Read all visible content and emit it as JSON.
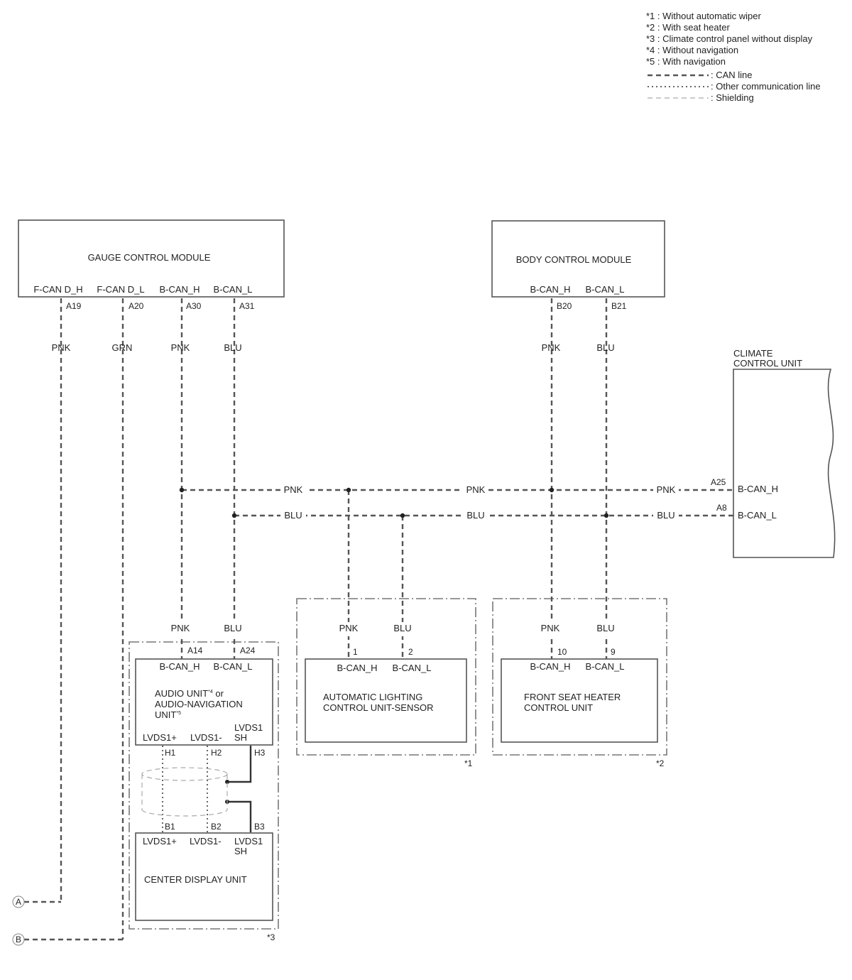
{
  "legend": {
    "notes": [
      "*1 : Without automatic wiper",
      "*2 : With seat heater",
      "*3 : Climate control panel without display",
      "*4 : Without navigation",
      "*5 : With navigation"
    ],
    "line_types": [
      ": CAN line",
      ": Other communication line",
      ": Shielding"
    ]
  },
  "gauge": {
    "title": "GAUGE CONTROL MODULE",
    "pins": [
      "F-CAN D_H",
      "F-CAN D_L",
      "B-CAN_H",
      "B-CAN_L"
    ],
    "terminals": [
      "A19",
      "A20",
      "A30",
      "A31"
    ],
    "wires": [
      "PNK",
      "GRN",
      "PNK",
      "BLU"
    ]
  },
  "body": {
    "title": "BODY CONTROL MODULE",
    "pins": [
      "B-CAN_H",
      "B-CAN_L"
    ],
    "terminals": [
      "B20",
      "B21"
    ],
    "wires": [
      "PNK",
      "BLU"
    ]
  },
  "climate": {
    "title_line1": "CLIMATE",
    "title_line2": "CONTROL UNIT",
    "pins": [
      "B-CAN_H",
      "B-CAN_L"
    ],
    "terminals": [
      "A25",
      "A8"
    ]
  },
  "bus": {
    "h_labels": [
      "PNK",
      "PNK",
      "PNK"
    ],
    "l_labels": [
      "BLU",
      "BLU",
      "BLU"
    ]
  },
  "audio": {
    "wires": [
      "PNK",
      "BLU"
    ],
    "terminals": [
      "A14",
      "A24"
    ],
    "pins": [
      "B-CAN_H",
      "B-CAN_L"
    ],
    "name_line1": "AUDIO UNIT",
    "sup1": "*4",
    "name_or": " or",
    "name_line2": "AUDIO-NAVIGATION",
    "name_line3": "UNIT",
    "sup2": "*5",
    "lvds_pins": [
      "LVDS1+",
      "LVDS1-",
      "LVDS1",
      "SH"
    ],
    "lvds_terminals": [
      "H1",
      "H2",
      "H3"
    ]
  },
  "display": {
    "terminals": [
      "B1",
      "B2",
      "B3"
    ],
    "lvds_pins": [
      "LVDS1+",
      "LVDS1-",
      "LVDS1",
      "SH"
    ],
    "name": "CENTER DISPLAY UNIT",
    "group_note": "*3"
  },
  "lighting": {
    "wires": [
      "PNK",
      "BLU"
    ],
    "terminals": [
      "1",
      "2"
    ],
    "pins": [
      "B-CAN_H",
      "B-CAN_L"
    ],
    "name_line1": "AUTOMATIC LIGHTING",
    "name_line2": "CONTROL UNIT-SENSOR",
    "group_note": "*1"
  },
  "seat": {
    "wires": [
      "PNK",
      "BLU"
    ],
    "terminals": [
      "10",
      "9"
    ],
    "pins": [
      "B-CAN_H",
      "B-CAN_L"
    ],
    "name_line1": "FRONT SEAT HEATER",
    "name_line2": "CONTROL UNIT",
    "group_note": "*2"
  },
  "connectors": [
    "A",
    "B"
  ]
}
